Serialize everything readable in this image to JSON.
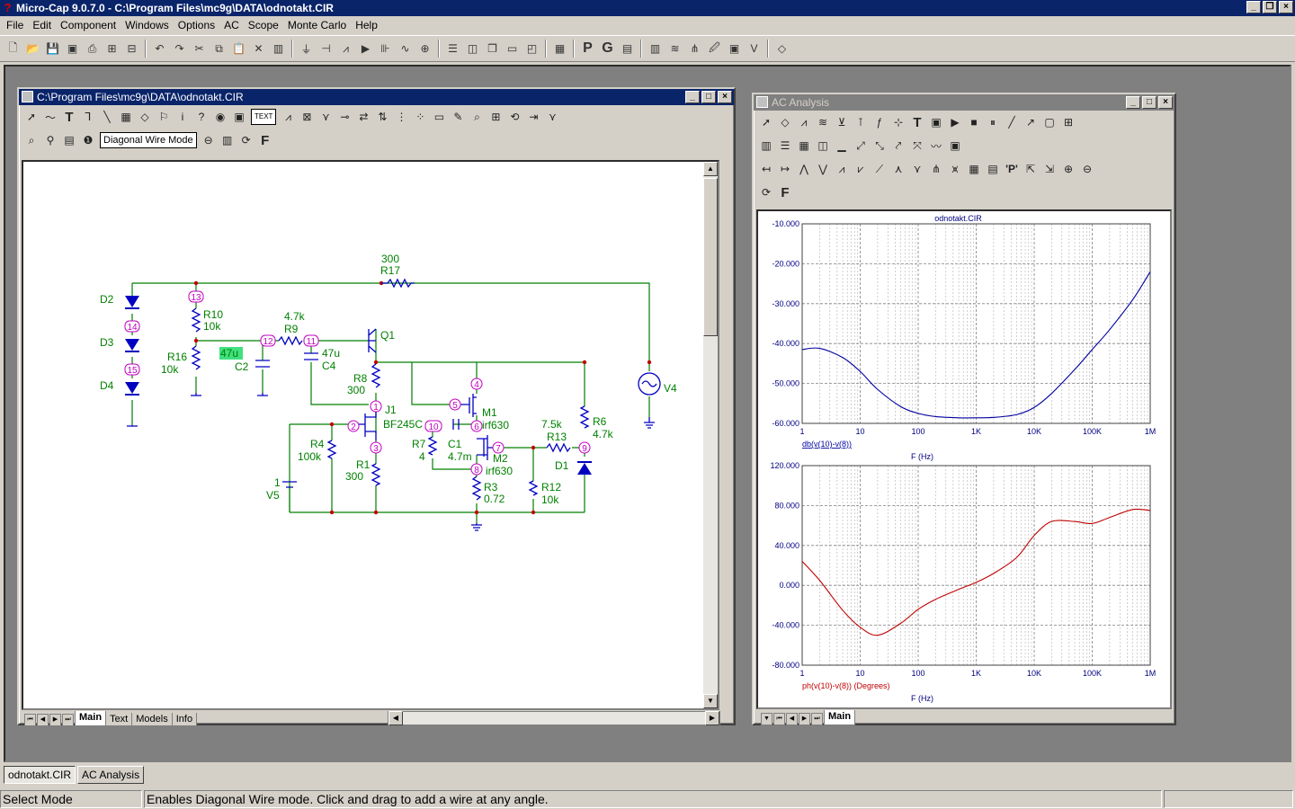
{
  "app": {
    "title": "Micro-Cap 9.0.7.0 - C:\\Program Files\\mc9g\\DATA\\odnotakt.CIR"
  },
  "menu": [
    "File",
    "Edit",
    "Component",
    "Windows",
    "Options",
    "AC",
    "Scope",
    "Monte Carlo",
    "Help"
  ],
  "schematic": {
    "title": "C:\\Program Files\\mc9g\\DATA\\odnotakt.CIR",
    "diagonal_wire_mode": "Diagonal Wire Mode",
    "text_btn": "TEXT",
    "tabs": [
      "Main",
      "Text",
      "Models",
      "Info"
    ],
    "labels": {
      "r17_val": "300",
      "r17": "R17",
      "d2": "D2",
      "d3": "D3",
      "d4": "D4",
      "n13": "13",
      "n14": "14",
      "n15": "15",
      "n12": "12",
      "n11": "11",
      "n1": "1",
      "n2": "2",
      "n3": "3",
      "n4": "4",
      "n5": "5",
      "n6": "6",
      "n7": "7",
      "n8": "8",
      "n9": "9",
      "n10": "10",
      "r10": "R10",
      "r10_val": "10k",
      "r16": "R16",
      "r16_val": "10k",
      "r9_val": "4.7k",
      "r9": "R9",
      "c2_val": "47u",
      "c2": "C2",
      "c4_val": "47u",
      "c4": "C4",
      "q1": "Q1",
      "r8": "R8",
      "r8_val": "300",
      "j1": "J1",
      "j1_model": "BF245C",
      "r4": "R4",
      "r4_val": "100k",
      "r1": "R1",
      "r1_val": "300",
      "v5_val": "1",
      "v5": "V5",
      "r7": "R7",
      "r7_val": "4",
      "c1": "C1",
      "c1_val": "4.7m",
      "m1": "M1",
      "m1_model": "irf630",
      "m2": "M2",
      "m2_model": "irf630",
      "r3": "R3",
      "r3_val": "0.72",
      "r13_val": "7.5k",
      "r13": "R13",
      "r6": "R6",
      "r6_val": "4.7k",
      "d1": "D1",
      "r12": "R12",
      "r12_val": "10k",
      "v4": "V4"
    }
  },
  "analysis": {
    "title": "AC Analysis",
    "tabs": [
      "Main"
    ],
    "f_btn": "F",
    "p_btn": "'P'"
  },
  "chart_data": [
    {
      "type": "line",
      "title": "odnotakt.CIR",
      "xlabel": "F (Hz)",
      "ylabel": "db(v(10)-v(8))",
      "x_scale": "log",
      "xlim": [
        1,
        1000000
      ],
      "ylim": [
        -60,
        -10
      ],
      "x_ticks": [
        "1",
        "10",
        "100",
        "1K",
        "10K",
        "100K",
        "1M"
      ],
      "y_ticks": [
        "-10.000",
        "-20.000",
        "-30.000",
        "-40.000",
        "-50.000",
        "-60.000"
      ],
      "grid": true,
      "series": [
        {
          "color": "#0000a0",
          "x": [
            1,
            2,
            5,
            10,
            20,
            50,
            100,
            200,
            500,
            1000,
            2000,
            5000,
            10000,
            20000,
            50000,
            100000,
            200000,
            500000,
            1000000
          ],
          "y": [
            -41.5,
            -41.2,
            -43.5,
            -47,
            -51.5,
            -55.8,
            -57.5,
            -58.3,
            -58.6,
            -58.6,
            -58.5,
            -57.8,
            -56,
            -52.5,
            -46.5,
            -41.5,
            -36.5,
            -29,
            -22
          ]
        }
      ]
    },
    {
      "type": "line",
      "xlabel": "F (Hz)",
      "ylabel": "ph(v(10)-v(8)) (Degrees)",
      "x_scale": "log",
      "xlim": [
        1,
        1000000
      ],
      "ylim": [
        -80,
        120
      ],
      "x_ticks": [
        "1",
        "10",
        "100",
        "1K",
        "10K",
        "100K",
        "1M"
      ],
      "y_ticks": [
        "120.000",
        "80.000",
        "40.000",
        "0.000",
        "-40.000",
        "-80.000"
      ],
      "grid": true,
      "series": [
        {
          "color": "#c00000",
          "x": [
            1,
            2,
            5,
            10,
            20,
            50,
            100,
            200,
            500,
            1000,
            2000,
            5000,
            10000,
            20000,
            50000,
            100000,
            200000,
            500000,
            1000000
          ],
          "y": [
            24,
            5,
            -25,
            -42,
            -50,
            -38,
            -24,
            -14,
            -4,
            3,
            12,
            28,
            50,
            64,
            64,
            62,
            68,
            76,
            75
          ]
        }
      ]
    }
  ],
  "taskbar": [
    "odnotakt.CIR",
    "AC Analysis"
  ],
  "status": {
    "mode": "Select Mode",
    "hint": "Enables Diagonal Wire mode. Click and drag to add a wire at any angle."
  }
}
